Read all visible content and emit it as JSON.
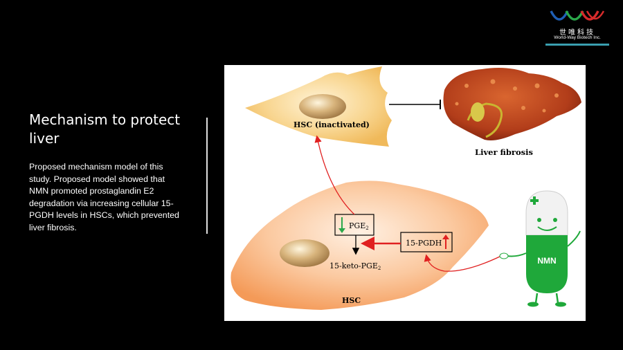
{
  "slide": {
    "title": "Mechanism to protect liver",
    "body": "Proposed mechanism model of this study. Proposed model showed that NMN promoted prostaglandin E2 degradation via increasing cellular 15-PGDH levels in HSCs, which prevented liver fibrosis."
  },
  "logo": {
    "chinese_text": "世唯科技",
    "english_text": "World-Way Biotech Inc.",
    "arc_colors": [
      "#1f5fb5",
      "#2aa84a",
      "#d62b2b"
    ]
  },
  "diagram": {
    "inactivated_cell_label": "HSC (inactivated)",
    "liver_label": "Liver fibrosis",
    "active_cell_label": "HSC",
    "pge2_box_label": "PGE",
    "pge2_subscript": "2",
    "keto_label": "15-keto-PGE",
    "keto_subscript": "2",
    "pgdh_box_label": "15-PGDH",
    "nmn_label": "NMN",
    "colors": {
      "inactivated_cell": "#f5c97a",
      "active_cell": "#f7a86a",
      "nucleus": "#c9a46a",
      "liver": "#b2431f",
      "nmn_green": "#1fa83a",
      "arrow_red": "#e02020",
      "down_arrow_green": "#2aa84a",
      "up_arrow_red": "#e02020"
    },
    "icons": [
      "inhibit-bar-icon",
      "down-arrow-icon",
      "up-arrow-icon",
      "plus-cross-icon"
    ]
  }
}
